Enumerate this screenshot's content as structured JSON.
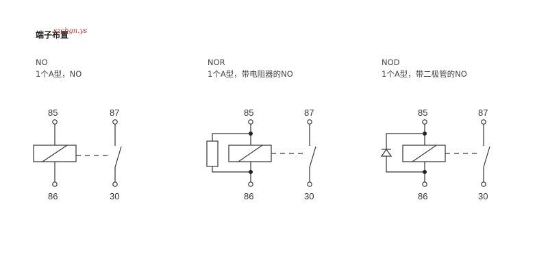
{
  "heading": "端子布置",
  "watermark": "szcbgn.ys",
  "panels": [
    {
      "code": "NO",
      "desc": "1个A型，NO",
      "terminals": {
        "top_left": "85",
        "top_right": "87",
        "bottom_left": "86",
        "bottom_right": "30"
      }
    },
    {
      "code": "NOR",
      "desc": "1个A型，带电阻器的NO",
      "terminals": {
        "top_left": "85",
        "top_right": "87",
        "bottom_left": "86",
        "bottom_right": "30"
      }
    },
    {
      "code": "NOD",
      "desc": "1个A型，带二极管的NO",
      "terminals": {
        "top_left": "85",
        "top_right": "87",
        "bottom_left": "86",
        "bottom_right": "30"
      }
    }
  ]
}
